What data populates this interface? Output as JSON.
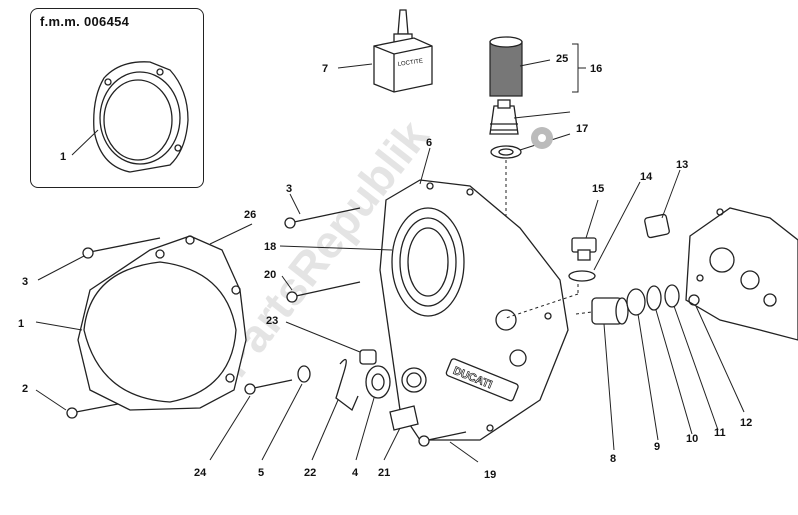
{
  "inset": {
    "title": "f.m.m. 006454",
    "callout": "1"
  },
  "watermark": "PartsRepublik",
  "embossed_brand": "DUCATI",
  "tube_tag": "LOCTITE",
  "callouts": [
    {
      "id": "c1",
      "label": "1"
    },
    {
      "id": "c1b",
      "label": "1"
    },
    {
      "id": "c2",
      "label": "2"
    },
    {
      "id": "c3",
      "label": "3"
    },
    {
      "id": "c3b",
      "label": "3"
    },
    {
      "id": "c4",
      "label": "4"
    },
    {
      "id": "c5",
      "label": "5"
    },
    {
      "id": "c6",
      "label": "6"
    },
    {
      "id": "c7",
      "label": "7"
    },
    {
      "id": "c8",
      "label": "8"
    },
    {
      "id": "c9",
      "label": "9"
    },
    {
      "id": "c10",
      "label": "10"
    },
    {
      "id": "c11",
      "label": "11"
    },
    {
      "id": "c12",
      "label": "12"
    },
    {
      "id": "c13",
      "label": "13"
    },
    {
      "id": "c14",
      "label": "14"
    },
    {
      "id": "c15",
      "label": "15"
    },
    {
      "id": "c16",
      "label": "16"
    },
    {
      "id": "c17",
      "label": "17"
    },
    {
      "id": "c18",
      "label": "18"
    },
    {
      "id": "c19",
      "label": "19"
    },
    {
      "id": "c20",
      "label": "20"
    },
    {
      "id": "c21",
      "label": "21"
    },
    {
      "id": "c22",
      "label": "22"
    },
    {
      "id": "c23",
      "label": "23"
    },
    {
      "id": "c24",
      "label": "24"
    },
    {
      "id": "c25",
      "label": "25"
    },
    {
      "id": "c26",
      "label": "26"
    }
  ]
}
